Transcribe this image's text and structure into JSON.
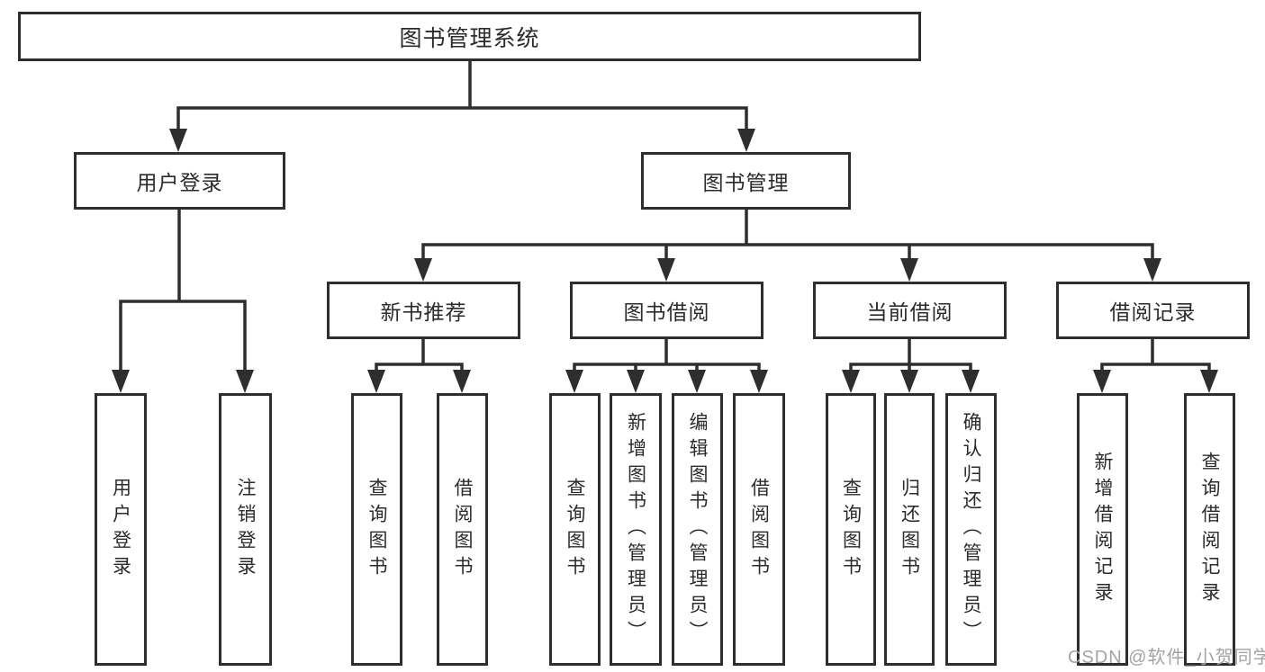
{
  "diagram": {
    "title": "图书管理系统",
    "colors": {
      "line": "#2e2e2e",
      "box_border": "#2e2e2e",
      "text": "#2b2b2b",
      "background": "#ffffff",
      "watermark": "#a3a3a3"
    },
    "root": {
      "label": "图书管理系统"
    },
    "level2": [
      {
        "label": "用户登录"
      },
      {
        "label": "图书管理"
      }
    ],
    "level3": [
      {
        "label": "新书推荐"
      },
      {
        "label": "图书借阅"
      },
      {
        "label": "当前借阅"
      },
      {
        "label": "借阅记录"
      }
    ],
    "leaves": {
      "user_login": [
        {
          "label": "用户登录"
        },
        {
          "label": "注销登录"
        }
      ],
      "new_book_rec": [
        {
          "label": "查询图书"
        },
        {
          "label": "借阅图书"
        }
      ],
      "book_borrow": [
        {
          "label": "查询图书"
        },
        {
          "label": "新增图书（管理员）"
        },
        {
          "label": "编辑图书（管理员）"
        },
        {
          "label": "借阅图书"
        }
      ],
      "current_borrow": [
        {
          "label": "查询图书"
        },
        {
          "label": "归还图书"
        },
        {
          "label": "确认归还（管理员）"
        }
      ],
      "borrow_records": [
        {
          "label": "新增借阅记录"
        },
        {
          "label": "查询借阅记录"
        }
      ]
    },
    "tree": {
      "图书管理系统": {
        "用户登录": [
          "用户登录",
          "注销登录"
        ],
        "图书管理": {
          "新书推荐": [
            "查询图书",
            "借阅图书"
          ],
          "图书借阅": [
            "查询图书",
            "新增图书（管理员）",
            "编辑图书（管理员）",
            "借阅图书"
          ],
          "当前借阅": [
            "查询图书",
            "归还图书",
            "确认归还（管理员）"
          ],
          "借阅记录": [
            "新增借阅记录",
            "查询借阅记录"
          ]
        }
      }
    },
    "watermark": "CSDN @软件_小贺同学"
  }
}
